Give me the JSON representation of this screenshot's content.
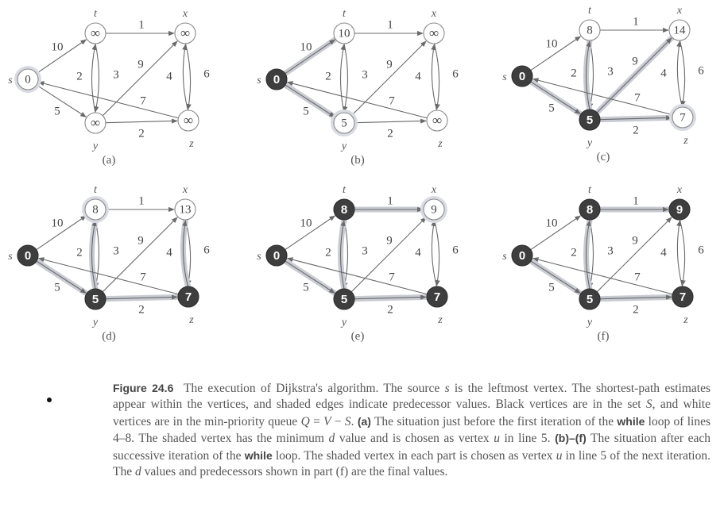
{
  "graph": {
    "vertices": [
      {
        "id": "s",
        "name": "s"
      },
      {
        "id": "t",
        "name": "t"
      },
      {
        "id": "x",
        "name": "x"
      },
      {
        "id": "y",
        "name": "y"
      },
      {
        "id": "z",
        "name": "z"
      }
    ],
    "edges": [
      {
        "from": "s",
        "to": "t",
        "w": "10"
      },
      {
        "from": "s",
        "to": "y",
        "w": "5"
      },
      {
        "from": "t",
        "to": "x",
        "w": "1"
      },
      {
        "from": "t",
        "to": "y",
        "w": "2"
      },
      {
        "from": "y",
        "to": "t",
        "w": "3"
      },
      {
        "from": "y",
        "to": "x",
        "w": "9"
      },
      {
        "from": "y",
        "to": "z",
        "w": "2"
      },
      {
        "from": "x",
        "to": "z",
        "w": "4"
      },
      {
        "from": "z",
        "to": "x",
        "w": "6"
      },
      {
        "from": "z",
        "to": "s",
        "w": "7"
      }
    ]
  },
  "panels": [
    {
      "label": "(a)",
      "d": {
        "s": "0",
        "t": "∞",
        "x": "∞",
        "y": "∞",
        "z": "∞"
      },
      "black": [],
      "gray": [
        "s"
      ],
      "shaded": []
    },
    {
      "label": "(b)",
      "d": {
        "s": "0",
        "t": "10",
        "x": "∞",
        "y": "5",
        "z": "∞"
      },
      "black": [
        "s"
      ],
      "gray": [
        "y"
      ],
      "shaded": [
        [
          "s",
          "t"
        ],
        [
          "s",
          "y"
        ]
      ]
    },
    {
      "label": "(c)",
      "d": {
        "s": "0",
        "t": "8",
        "x": "14",
        "y": "5",
        "z": "7"
      },
      "black": [
        "s",
        "y"
      ],
      "gray": [
        "z"
      ],
      "shaded": [
        [
          "y",
          "t"
        ],
        [
          "s",
          "y"
        ],
        [
          "y",
          "x"
        ],
        [
          "y",
          "z"
        ]
      ]
    },
    {
      "label": "(d)",
      "d": {
        "s": "0",
        "t": "8",
        "x": "13",
        "y": "5",
        "z": "7"
      },
      "black": [
        "s",
        "y",
        "z"
      ],
      "gray": [
        "t"
      ],
      "shaded": [
        [
          "y",
          "t"
        ],
        [
          "s",
          "y"
        ],
        [
          "z",
          "x"
        ],
        [
          "y",
          "z"
        ]
      ]
    },
    {
      "label": "(e)",
      "d": {
        "s": "0",
        "t": "8",
        "x": "9",
        "y": "5",
        "z": "7"
      },
      "black": [
        "s",
        "y",
        "z",
        "t"
      ],
      "gray": [
        "x"
      ],
      "shaded": [
        [
          "y",
          "t"
        ],
        [
          "s",
          "y"
        ],
        [
          "t",
          "x"
        ],
        [
          "y",
          "z"
        ]
      ]
    },
    {
      "label": "(f)",
      "d": {
        "s": "0",
        "t": "8",
        "x": "9",
        "y": "5",
        "z": "7"
      },
      "black": [
        "s",
        "y",
        "z",
        "t",
        "x"
      ],
      "gray": [],
      "shaded": [
        [
          "y",
          "t"
        ],
        [
          "s",
          "y"
        ],
        [
          "t",
          "x"
        ],
        [
          "y",
          "z"
        ]
      ]
    }
  ],
  "caption": {
    "figure_label": "Figure 24.6",
    "p1": "The execution of Dijkstra's algorithm. The source ",
    "s1": "s",
    "p2": " is the leftmost vertex. The shortest-path estimates appear within the vertices, and shaded edges indicate predecessor values. Black vertices are in the set ",
    "set_S": "S",
    "p3": ", and white vertices are in the min-priority queue ",
    "Q": "Q",
    "eq": " = ",
    "V": "V",
    "minus": " − ",
    "S2": "S",
    "p4": ". ",
    "a_label": "(a)",
    "p5": " The situation just before the first iteration of the ",
    "while1": "while",
    "p6": " loop of lines 4–8. The shaded vertex has the minimum ",
    "d1": "d",
    "p7": " value and is chosen as vertex ",
    "u1": "u",
    "p8": " in line 5. ",
    "bf_label": "(b)–(f)",
    "p9": " The situation after each successive iteration of the ",
    "while2": "while",
    "p10": " loop. The shaded vertex in each part is chosen as vertex ",
    "u2": "u",
    "p11": " in line 5 of the next iteration. The ",
    "d2": "d",
    "p12": " values and predecessors shown in part (f) are the final values."
  }
}
